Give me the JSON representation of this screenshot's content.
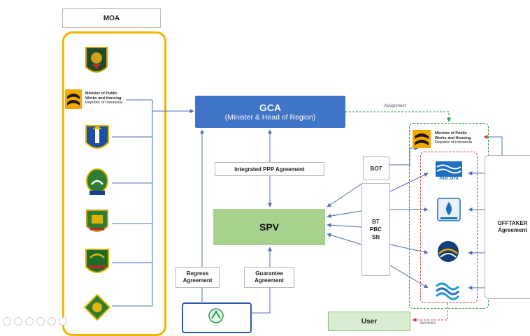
{
  "moa": {
    "title": "MOA"
  },
  "ministry_logo_text": {
    "line1": "Minister of Public",
    "line2": "Works and Housing",
    "line3": "Republic of Indonesia"
  },
  "gca": {
    "title": "GCA",
    "subtitle": "(Minister & Head of Region)"
  },
  "spv": {
    "title": "SPV"
  },
  "integrated_ppp": "Integrated PPP Agreement",
  "bot": "BOT",
  "bt_pbc_sn": {
    "line1": "BT",
    "line2": "PBC",
    "line3": "SN"
  },
  "regress": {
    "line1": "Regress",
    "line2": "Agreement"
  },
  "guarantee": {
    "line1": "Guarantee",
    "line2": "Agreement"
  },
  "offtaker": {
    "line1": "OFFTAKER",
    "line2": "Agreement"
  },
  "user": "User",
  "edge_labels": {
    "assignment": "Assignment",
    "services": "Services"
  },
  "utility_logos": {
    "pam_jaya": "PAM JAYA"
  },
  "colors": {
    "gca_blue": "#3f74c7",
    "spv_green": "#a9d18e",
    "moa_border": "#f4b400",
    "arrow_blue": "#4a6fb5",
    "assignment_green": "#2e9b4a",
    "services_red": "#d03a3a",
    "ministry_yellow": "#f5a800"
  }
}
